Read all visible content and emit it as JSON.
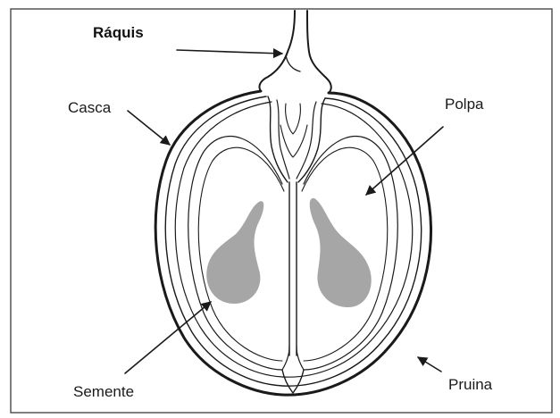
{
  "labels": {
    "raquis": "Ráquis",
    "casca": "Casca",
    "polpa": "Polpa",
    "semente": "Semente",
    "pruina": "Pruina"
  },
  "colors": {
    "seed_fill": "#a6a6a6",
    "ink": "#1a1a1a",
    "frame": "#555555"
  }
}
